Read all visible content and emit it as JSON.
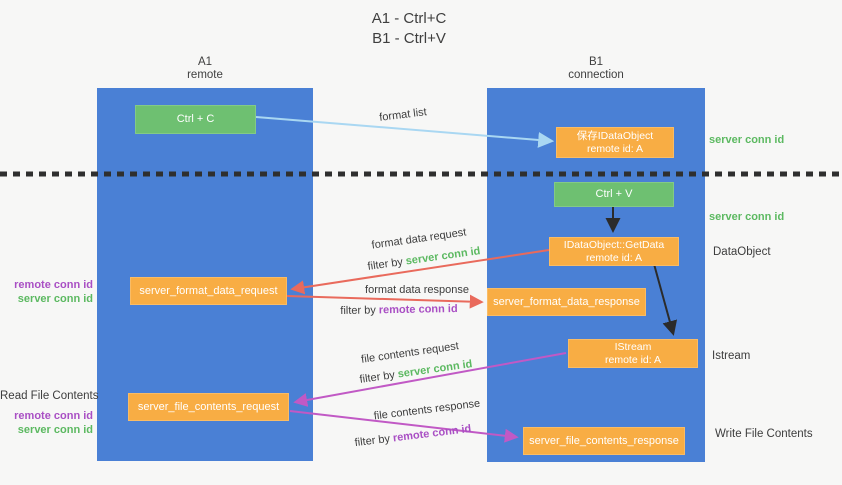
{
  "title": {
    "line1": "A1 - Ctrl+C",
    "line2": "B1 - Ctrl+V"
  },
  "lifelines": {
    "a1": {
      "name": "A1",
      "role": "remote"
    },
    "b1": {
      "name": "B1",
      "role": "connection"
    }
  },
  "shared": {
    "server_conn_id": "server conn id",
    "remote_conn_id": "remote conn id",
    "filter_by": "filter by",
    "remote_id": "remote id: A"
  },
  "boxes": {
    "ctrl_c": "Ctrl + C",
    "ctrl_v": "Ctrl + V",
    "save_dataobject": "保存IDataObject",
    "getdata": "IDataObject::GetData",
    "istream": "IStream",
    "format_request": "server_format_data_request",
    "format_response": "server_format_data_response",
    "file_request": "server_file_contents_request",
    "file_response": "server_file_contents_response"
  },
  "arrow_labels": {
    "format_list": "format list",
    "format_data_request": "format data request",
    "format_data_response": "format data response",
    "file_contents_request": "file contents request",
    "file_contents_response": "file contents response"
  },
  "side_labels": {
    "dataobject": "DataObject",
    "istream": "Istream",
    "read_file_contents": "Read File Contents",
    "write_file_contents": "Write File Contents"
  },
  "colors": {
    "background": "#f7f7f6",
    "lifeline_blue": "#4a80d5",
    "box_green": "#6ec071",
    "box_orange": "#f8ad44",
    "label_green": "#5cb961",
    "label_purple": "#a94fc4",
    "arrow_red": "#e96a5c",
    "arrow_magenta": "#c159c5",
    "arrow_lightblue": "#a9d7f2",
    "arrow_black": "#2b2b2b",
    "divider_dark": "#2f2f2f",
    "text_dark": "#3d3d3d"
  }
}
